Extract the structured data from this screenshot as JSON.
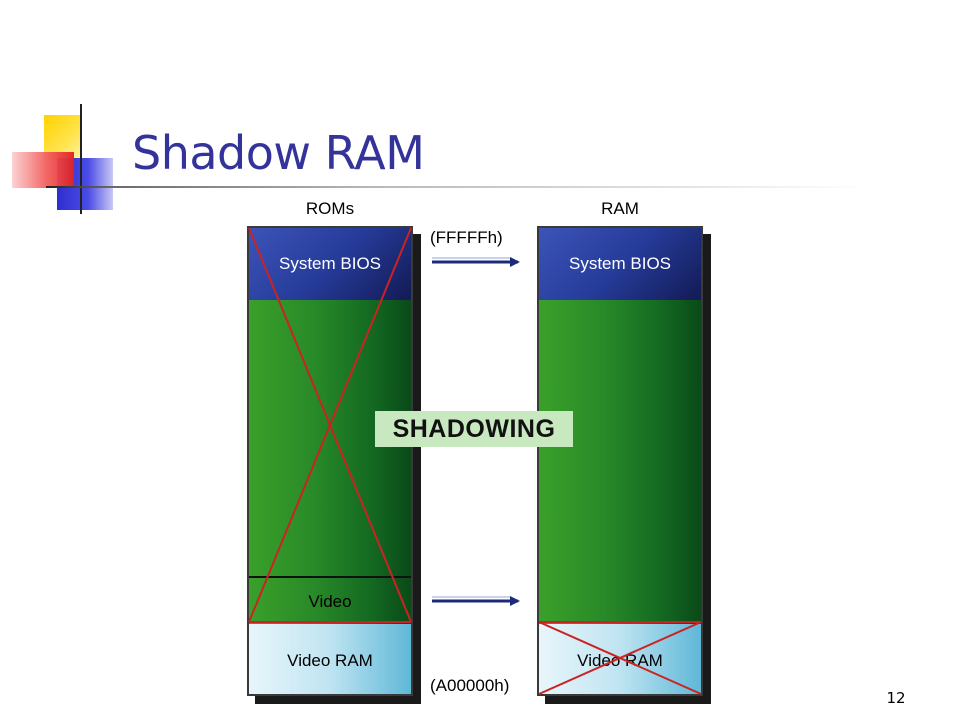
{
  "slide": {
    "title": "Shadow RAM",
    "page_number": "12"
  },
  "diagram": {
    "rom_label": "ROMs",
    "ram_label": "RAM",
    "rom_column": {
      "bios": "System BIOS",
      "video": "Video",
      "video_ram": "Video RAM"
    },
    "ram_column": {
      "bios": "System BIOS",
      "video_ram": "Video RAM"
    },
    "top_address": "(FFFFFh)",
    "bottom_address": "(A00000h)",
    "center_label": "SHADOWING",
    "colors": {
      "bios": "#263c9a",
      "memory_green": "#288a28",
      "video_ram": "#bfe4f1",
      "arrow": "#1c2a78",
      "cross": "#cc2222",
      "title": "#33339a"
    }
  }
}
